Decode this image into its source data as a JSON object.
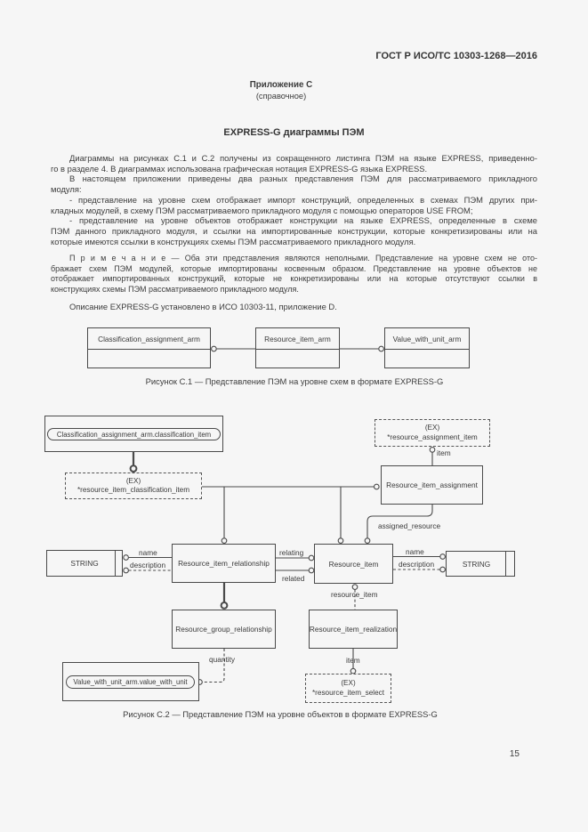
{
  "header": {
    "doc_code": "ГОСТ Р ИСО/ТС 10303-1268—2016"
  },
  "appendix": {
    "title": "Приложение С",
    "subtitle": "(справочное)",
    "heading": "EXPRESS-G диаграммы ПЭМ"
  },
  "body": {
    "lines": [
      "Диаграммы на рисунках С.1 и С.2 получены из сокращенного листинга ПЭМ на языке EXPRESS, приведенно-",
      "го в разделе 4. В диаграммах использована графическая нотация EXPRESS-G языка EXPRESS.",
      "В настоящем приложении приведены два разных представления ПЭМ для рассматриваемого прикладного",
      "модуля:",
      "- представление на уровне схем отображает импорт конструкций, определенных в схемах ПЭМ других при-",
      "кладных модулей, в схему ПЭМ рассматриваемого прикладного модуля с помощью операторов USE FROM;",
      "- представление на уровне объектов отображает конструкции на языке EXPRESS, определенные в схеме",
      "ПЭМ данного прикладного модуля, и ссылки на импортированные конструкции, которые конкретизированы или на",
      "которые имеются ссылки в конструкциях схемы ПЭМ рассматриваемого прикладного модуля.",
      "П р и м е ч а н и е  — Оба эти представления являются неполными. Представление на уровне схем не ото-",
      "бражает схем ПЭМ модулей, которые импортированы косвенным образом. Представление на уровне объектов не",
      "отображает импортированных конструкций, которые не конкретизированы или на которые отсутствуют ссылки в",
      "конструкциях схемы ПЭМ рассматриваемого прикладного модуля.",
      "Описание EXPRESS-G установлено в ИСО 10303-11, приложение D."
    ]
  },
  "figure1": {
    "caption": "Рисунок С.1 — Представление ПЭМ на уровне схем в формате EXPRESS-G",
    "schemas": [
      "Classification_assignment_arm",
      "Resource_item_arm",
      "Value_with_unit_arm"
    ]
  },
  "figure2": {
    "caption": "Рисунок С.2 — Представление ПЭМ на уровне объектов в формате EXPRESS-G",
    "nodes": {
      "classification_ref": "Classification_assignment_arm.classification_item",
      "ex_classification": {
        "tag": "(EX)",
        "name": "*resource_item_classification_item"
      },
      "ex_assignment": {
        "tag": "(EX)",
        "name": "*resource_assignment_item"
      },
      "resource_item_assignment": "Resource_item_assignment",
      "resource_item_relationship": "Resource_item_relationship",
      "resource_item": "Resource_item",
      "string_left": "STRING",
      "string_right": "STRING",
      "resource_group_relationship": "Resource_group_relationship",
      "resource_item_realization": "Resource_item_realization",
      "ex_select": {
        "tag": "(EX)",
        "name": "*resource_item_select"
      },
      "value_ref": "Value_with_unit_arm.value_with_unit"
    },
    "labels": {
      "item_top": "item",
      "assigned_resource": "assigned_resource",
      "name_left": "name",
      "description_left": "description",
      "relating": "relating",
      "related": "related",
      "name_right": "name",
      "description_right": "description",
      "resource_item": "resource_item",
      "quantity": "quantity",
      "item_bottom": "item"
    }
  },
  "page": {
    "number": "15"
  },
  "colors": {
    "line": "#4a4a4a",
    "text": "#3c3c3c",
    "background": "#f6f6f6"
  }
}
